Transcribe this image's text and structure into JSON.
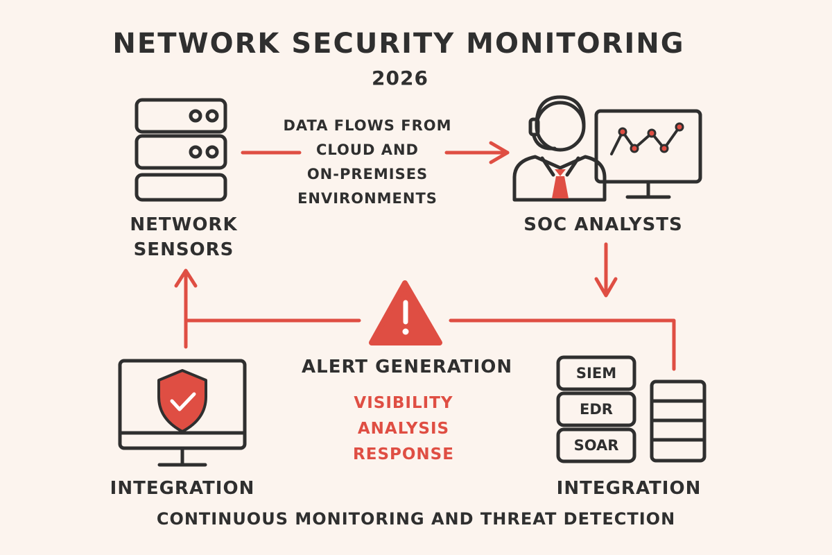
{
  "diagram": {
    "title": "NETWORK SECURITY MONITORING",
    "subtitle": "2026",
    "footer": "CONTINUOUS MONITORING AND THREAT DETECTION",
    "colors": {
      "background": "#fcf4ee",
      "ink": "#2f2f2f",
      "accent": "#df4e43"
    },
    "nodes": {
      "network_sensors": {
        "icon": "server-rack-icon",
        "label_line1": "NETWORK",
        "label_line2": "SENSORS"
      },
      "soc_analysts": {
        "icon": "analyst-with-monitor-icon",
        "label": "SOC ANALYSTS"
      },
      "endpoint_integration": {
        "icon": "shield-monitor-icon",
        "label": "INTEGRATION"
      },
      "tool_integration": {
        "icon": "tool-stack-icon",
        "label": "INTEGRATION",
        "stack": [
          "SIEM",
          "EDR",
          "SOAR"
        ]
      },
      "alert": {
        "icon": "warning-triangle-icon",
        "label": "ALERT GENERATION"
      }
    },
    "flow_note": {
      "line1": "DATA FLOWS FROM",
      "line2": "CLOUD AND",
      "line3": "ON-PREMISES",
      "line4": "ENVIRONMENTS"
    },
    "pillars": [
      "VISIBILITY",
      "ANALYSIS",
      "RESPONSE"
    ]
  }
}
